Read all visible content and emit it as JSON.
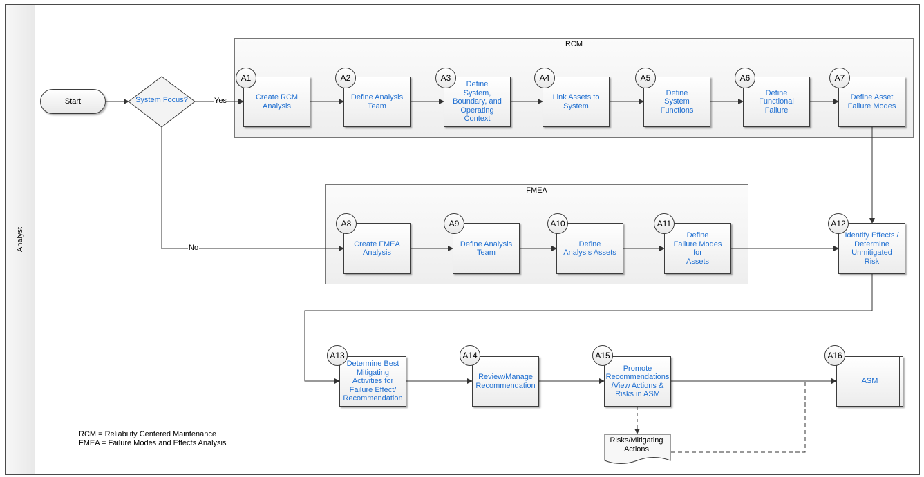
{
  "lane": {
    "label": "Analyst"
  },
  "start": {
    "label": "Start"
  },
  "decision": {
    "label": "System Focus?",
    "yes_label": "Yes",
    "no_label": "No"
  },
  "groups": {
    "rcm": "RCM",
    "fmea": "FMEA"
  },
  "steps": {
    "a1": {
      "id": "A1",
      "lines": [
        "Create RCM",
        "Analysis"
      ]
    },
    "a2": {
      "id": "A2",
      "lines": [
        "Define Analysis",
        "Team"
      ]
    },
    "a3": {
      "id": "A3",
      "lines": [
        "Define",
        "System,",
        "Boundary, and",
        "Operating",
        "Context"
      ]
    },
    "a4": {
      "id": "A4",
      "lines": [
        "Link Assets to",
        "System"
      ]
    },
    "a5": {
      "id": "A5",
      "lines": [
        "Define",
        "System Functions"
      ]
    },
    "a6": {
      "id": "A6",
      "lines": [
        "Define Functional",
        "Failure"
      ]
    },
    "a7": {
      "id": "A7",
      "lines": [
        "Define Asset",
        "Failure Modes"
      ]
    },
    "a8": {
      "id": "A8",
      "lines": [
        "Create FMEA",
        "Analysis"
      ]
    },
    "a9": {
      "id": "A9",
      "lines": [
        "Define Analysis",
        "Team"
      ]
    },
    "a10": {
      "id": "A10",
      "lines": [
        "Define",
        "Analysis Assets"
      ]
    },
    "a11": {
      "id": "A11",
      "lines": [
        "Define",
        "Failure Modes for",
        "Assets"
      ]
    },
    "a12": {
      "id": "A12",
      "lines": [
        "Identify Effects /",
        "Determine",
        "Unmitigated Risk"
      ]
    },
    "a13": {
      "id": "A13",
      "lines": [
        "Determine Best",
        "Mitigating",
        "Activities for",
        "Failure Effect/",
        "Recommendation"
      ]
    },
    "a14": {
      "id": "A14",
      "lines": [
        "Review/Manage",
        "Recommendation"
      ]
    },
    "a15": {
      "id": "A15",
      "lines": [
        "Promote",
        "Recommendations",
        "/View Actions &",
        "Risks in ASM"
      ]
    },
    "a16": {
      "id": "A16",
      "lines": [
        "ASM"
      ]
    }
  },
  "document": {
    "lines": [
      "Risks/Mitigating",
      "Actions"
    ]
  },
  "legend": {
    "rcm": "RCM = Reliability Centered Maintenance",
    "fmea": "FMEA = Failure Modes and Effects Analysis"
  },
  "colors": {
    "link_text": "#1f6fd1",
    "border": "#3c3c3c",
    "connector": "#333333"
  }
}
